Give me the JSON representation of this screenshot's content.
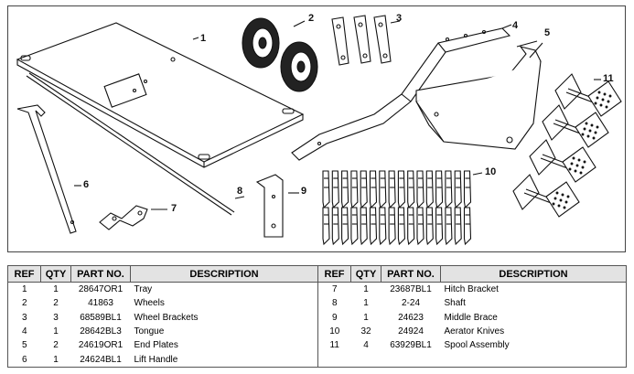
{
  "callouts": [
    "1",
    "2",
    "3",
    "4",
    "5",
    "6",
    "7",
    "8",
    "9",
    "10",
    "11"
  ],
  "table": {
    "headers": [
      "REF",
      "QTY",
      "PART NO.",
      "DESCRIPTION",
      "REF",
      "QTY",
      "PART NO.",
      "DESCRIPTION"
    ],
    "left": [
      {
        "ref": "1",
        "qty": "1",
        "part": "28647OR1",
        "desc": "Tray"
      },
      {
        "ref": "2",
        "qty": "2",
        "part": "41863",
        "desc": "Wheels"
      },
      {
        "ref": "3",
        "qty": "3",
        "part": "68589BL1",
        "desc": "Wheel Brackets"
      },
      {
        "ref": "4",
        "qty": "1",
        "part": "28642BL3",
        "desc": "Tongue"
      },
      {
        "ref": "5",
        "qty": "2",
        "part": "24619OR1",
        "desc": "End Plates"
      },
      {
        "ref": "6",
        "qty": "1",
        "part": "24624BL1",
        "desc": "Lift Handle"
      }
    ],
    "right": [
      {
        "ref": "7",
        "qty": "1",
        "part": "23687BL1",
        "desc": "Hitch Bracket"
      },
      {
        "ref": "8",
        "qty": "1",
        "part": "2-24",
        "desc": "Shaft"
      },
      {
        "ref": "9",
        "qty": "1",
        "part": "24623",
        "desc": "Middle Brace"
      },
      {
        "ref": "10",
        "qty": "32",
        "part": "24924",
        "desc": "Aerator Knives"
      },
      {
        "ref": "11",
        "qty": "4",
        "part": "63929BL1",
        "desc": "Spool Assembly"
      },
      {
        "ref": "",
        "qty": "",
        "part": "",
        "desc": ""
      }
    ]
  }
}
